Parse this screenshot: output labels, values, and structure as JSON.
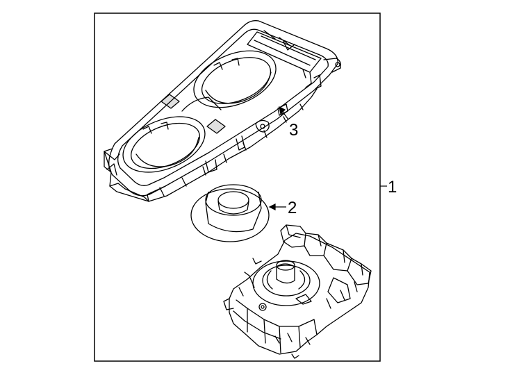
{
  "callouts": {
    "assembly": "1",
    "boot": "2",
    "bezel": "3"
  }
}
